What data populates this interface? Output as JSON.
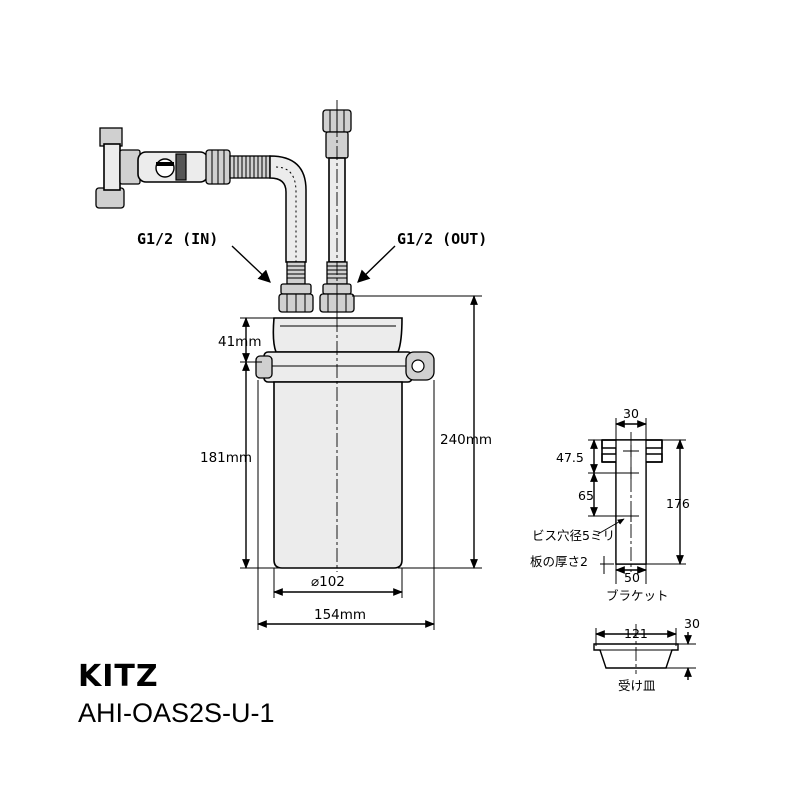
{
  "ports": {
    "inlet_label": "G1/2 (IN)",
    "outlet_label": "G1/2 (OUT)"
  },
  "dimensions": {
    "cap_height": "41mm",
    "body_height": "181mm",
    "total_height": "240mm",
    "body_diameter": "⌀102",
    "total_width": "154mm"
  },
  "bracket": {
    "width_top": "30",
    "offset_top": "47.5",
    "hole_pitch": "65",
    "height": "176",
    "screw_hole_note": "ビス穴径5ミリ",
    "plate_thickness_note": "板の厚さ2",
    "width_bottom": "50",
    "caption": "ブラケット"
  },
  "tray": {
    "diameter": "121",
    "height": "30",
    "caption": "受け皿"
  },
  "brand": {
    "logo_text": "KITZ",
    "model": "AHI-OAS2S-U-1"
  },
  "colors": {
    "line": "#000000",
    "body_fill": "#ececec",
    "metal_fill": "#d0d0d0"
  }
}
